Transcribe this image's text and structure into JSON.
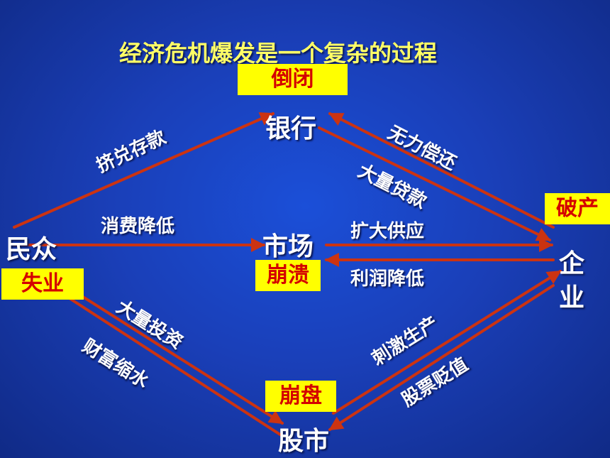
{
  "title": "经济危机爆发是一个复杂的过程",
  "nodes": {
    "bank": "银行",
    "public": "民众",
    "market": "市场",
    "enterprise_top": "企",
    "enterprise_bottom": "业",
    "stock": "股市"
  },
  "badges": {
    "bank": "倒闭",
    "enterprise": "破产",
    "public": "失业",
    "market": "崩溃",
    "stock": "崩盘"
  },
  "edge_labels": {
    "bank_run": "挤兑存款",
    "cannot_repay": "无力偿还",
    "large_loans": "大量贷款",
    "consumption_down": "消费降低",
    "expand_supply": "扩大供应",
    "profit_down": "利润降低",
    "large_investment": "大量投资",
    "wealth_shrink": "财富缩水",
    "stimulate_production": "刺激生产",
    "stock_devalue": "股票贬值"
  },
  "colors": {
    "arrow": "#cc3311",
    "title": "#ffff66",
    "badge_bg": "#ffff00",
    "badge_text": "#d40000",
    "label_text": "#ffffff"
  }
}
